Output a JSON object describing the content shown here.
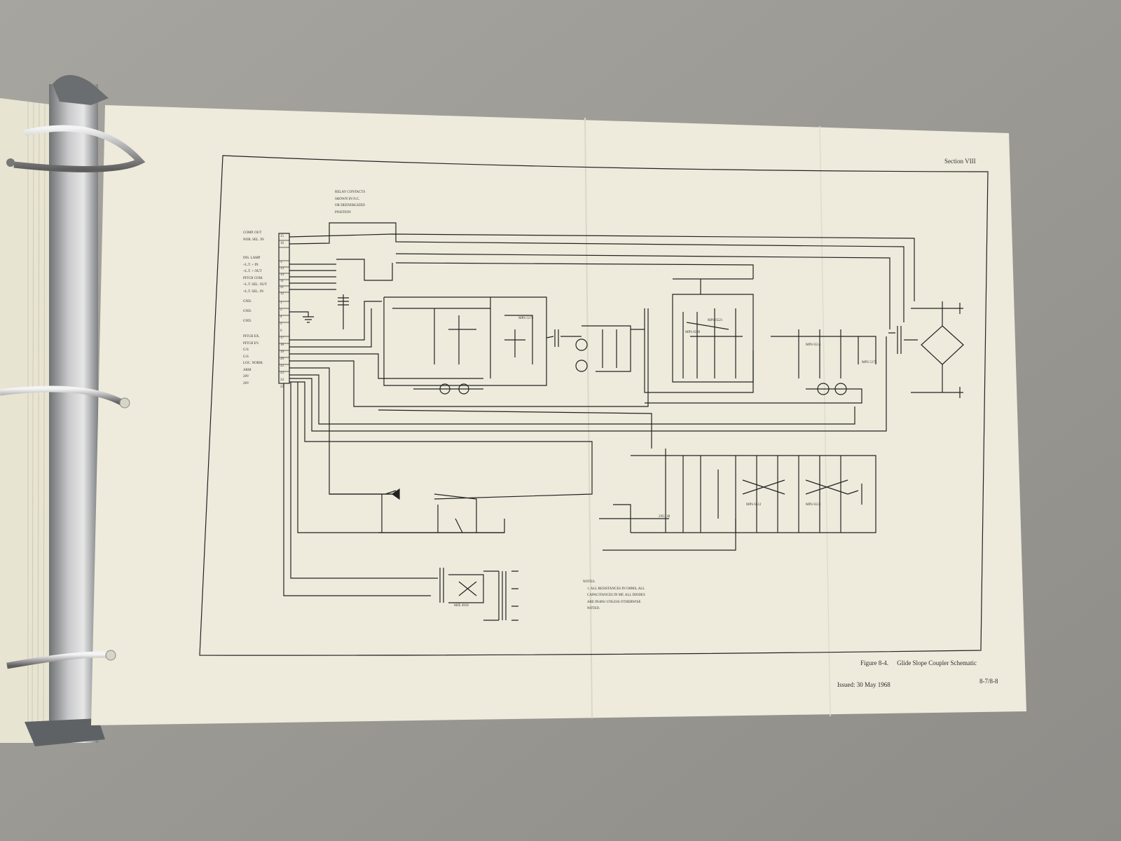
{
  "header": {
    "section": "Section VIII"
  },
  "relay_note": [
    "RELAY CONTACTS",
    "SHOWN IN N.C.",
    "OR DEENERGIZED",
    "POSITION"
  ],
  "connector_labels_top": [
    "COMP. OUT",
    "NOR. SEL. IN"
  ],
  "connector_labels_mid": [
    "INS. LAMP",
    "+L.T. + IN",
    "+L.T. + OUT",
    "PITCH COM.",
    "+L.T. SEL. OUT",
    "+L.T. SEL. IN"
  ],
  "connector_labels_gnd": [
    "GND.",
    "GND.",
    "GND."
  ],
  "connector_labels_bottom": [
    "PITCH EX.",
    "PITCH EV.",
    "G/S",
    "G/S",
    "LOC. NORM.",
    "ARM",
    "28V",
    "28V"
  ],
  "pin_numbers": [
    "15",
    "16",
    "3",
    "13",
    "14",
    "11",
    "21",
    "12",
    "1",
    "2",
    "4",
    "5",
    "6",
    "17",
    "18",
    "19",
    "20",
    "22",
    "23",
    "24",
    "25"
  ],
  "transistor_labels": [
    "MPS 5172",
    "MPS 6520",
    "MPS 6521",
    "MPS 6514",
    "MPS 6512",
    "MPS 6513",
    "MPS 5172",
    "2N5138",
    "MJE 4918"
  ],
  "notes": {
    "title": "NOTES:",
    "lines": [
      "1. ALL RESISTANCES IN OHMS, ALL",
      "CAPACITANCES IN MF, ALL DIODES",
      "ARE IN4001 UNLESS OTHERWISE",
      "NOTED."
    ]
  },
  "caption": {
    "figure": "Figure 8-4.",
    "title": "Glide Slope Coupler Schematic"
  },
  "footer": {
    "issued": "Issued: 30 May 1968",
    "page": "8-7/8-8"
  },
  "colors": {
    "paper": "#eeebdc",
    "ink": "#222222",
    "background": "#9b9993",
    "binder_ring": "#c8c8c8"
  }
}
